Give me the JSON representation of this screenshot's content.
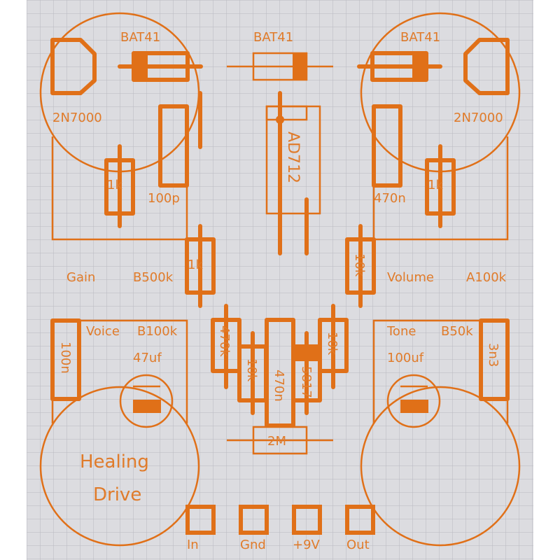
{
  "colors": {
    "trace": "#e07018",
    "board": "#dcdce0",
    "grid": "#b8b8c0"
  },
  "top_left": {
    "diode": "BAT41",
    "transistor": "2N7000",
    "resistor": "1k",
    "cap": "100p",
    "resistor2": "1k",
    "pot_name": "Gain",
    "pot_value": "B500k"
  },
  "top_mid": {
    "diode": "BAT41",
    "ic": "AD712"
  },
  "top_right": {
    "diode": "BAT41",
    "transistor": "2N7000",
    "resistor": "1k",
    "cap": "470n",
    "resistor2": "10k",
    "pot_name": "Volume",
    "pot_value": "A100k"
  },
  "middle": {
    "r1": "470k",
    "r2": "10k",
    "cap": "470n",
    "diode": "5817",
    "r3": "10k",
    "r4": "2M"
  },
  "bottom_left": {
    "pot_name": "Voice",
    "pot_value": "B100k",
    "elec_cap": "47uf",
    "cap": "100n",
    "title_line1": "Healing",
    "title_line2": "Drive"
  },
  "bottom_right": {
    "pot_name": "Tone",
    "pot_value": "B50k",
    "elec_cap": "100uf",
    "cap": "3n3"
  },
  "pads": [
    {
      "label": "In"
    },
    {
      "label": "Gnd"
    },
    {
      "label": "+9V"
    },
    {
      "label": "Out"
    }
  ]
}
